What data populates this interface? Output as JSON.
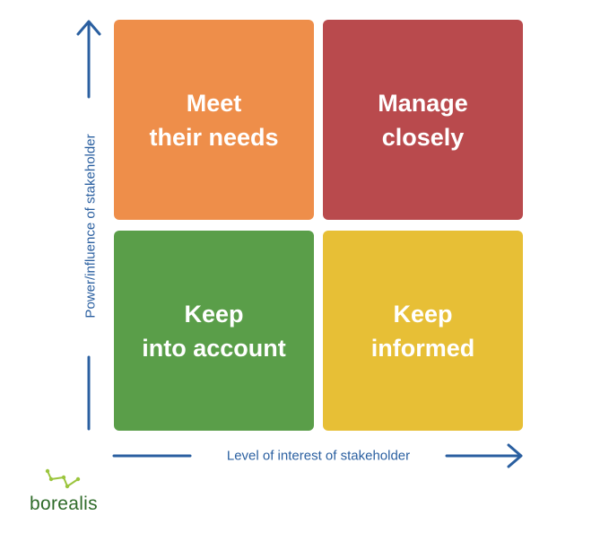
{
  "quadrants": {
    "top_left": {
      "lines": [
        "Meet",
        "their needs"
      ],
      "color": "#EE8E4A"
    },
    "top_right": {
      "lines": [
        "Manage",
        "closely"
      ],
      "color": "#B94A4D"
    },
    "bottom_left": {
      "lines": [
        "Keep",
        "into account"
      ],
      "color": "#5A9E49"
    },
    "bottom_right": {
      "lines": [
        "Keep",
        "informed"
      ],
      "color": "#E7BF36"
    }
  },
  "axes": {
    "y_label": "Power/influence of stakeholder",
    "x_label": "Level of interest of stakeholder",
    "color": "#2A5FA0"
  },
  "logo": {
    "text": "borealis",
    "icon": "constellation-icon",
    "color": "#2F6B2A",
    "accent": "#9BC53D"
  }
}
